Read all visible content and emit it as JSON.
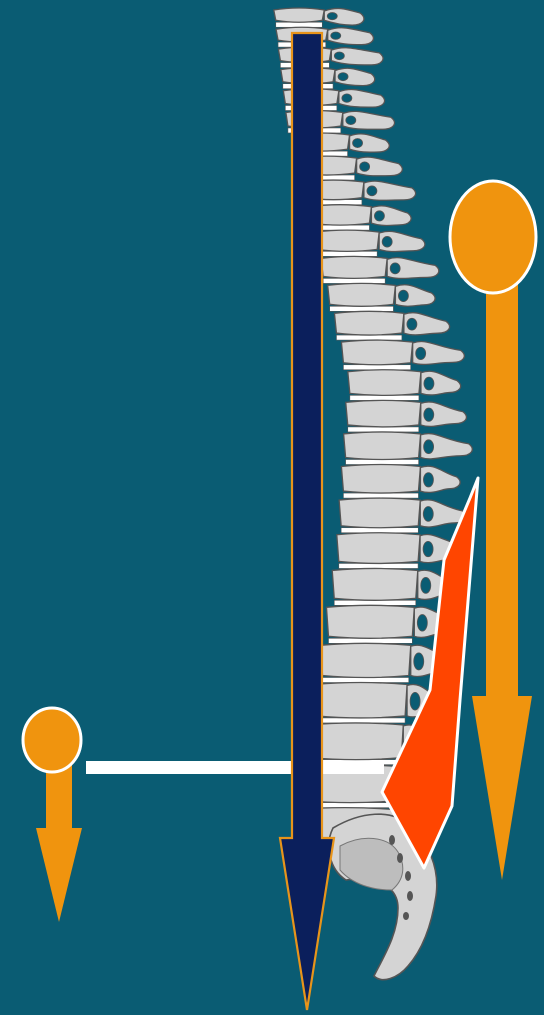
{
  "colors": {
    "background": "#0a5c73",
    "bone_fill": "#d4d4d4",
    "bone_stroke": "#555555",
    "disc_fill": "#ffffff",
    "load_arrow_fill": "#0b1f5c",
    "load_arrow_stroke": "#e8941a",
    "mass_orange": "#f0940e",
    "muscle_red": "#ff4500",
    "lever_white": "#ffffff"
  },
  "icons": {
    "body_load_arrow": "down-arrow",
    "trunk_weight": "circle-with-down-arrow",
    "hand_weight": "circle-with-down-arrow",
    "erector_muscle": "triangle-muscle",
    "moment_arm": "horizontal-bar"
  }
}
